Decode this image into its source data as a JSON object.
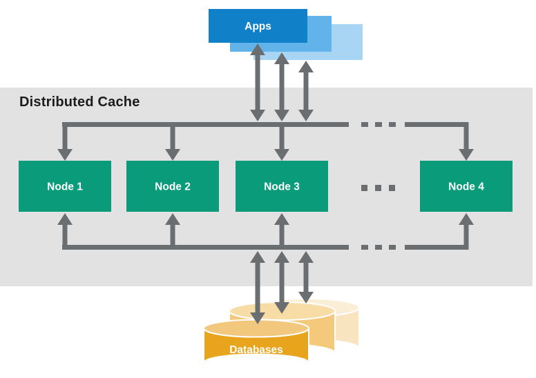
{
  "title": "Distributed Cache",
  "apps": {
    "label": "Apps"
  },
  "nodes": [
    {
      "label": "Node 1"
    },
    {
      "label": "Node 2"
    },
    {
      "label": "Node 3"
    },
    {
      "label": "Node 4"
    }
  ],
  "databases": {
    "label": "Databases"
  },
  "colors": {
    "band": "#e2e2e2",
    "arrow": "#6b6e70",
    "node_green": "#0a9b7a",
    "app_front": "#1080c8",
    "app_mid": "#63b3eb",
    "app_back": "#a9d5f5",
    "db_front_body": "#e8a41c",
    "db_front_top": "#f2c87f",
    "db_mid_body": "#f4c97b",
    "db_mid_top": "#f8dca6",
    "db_back_body": "#f8e5c0",
    "db_back_top": "#fbeed6",
    "title_text": "#1b1b1b",
    "label_text": "#ffffff"
  }
}
